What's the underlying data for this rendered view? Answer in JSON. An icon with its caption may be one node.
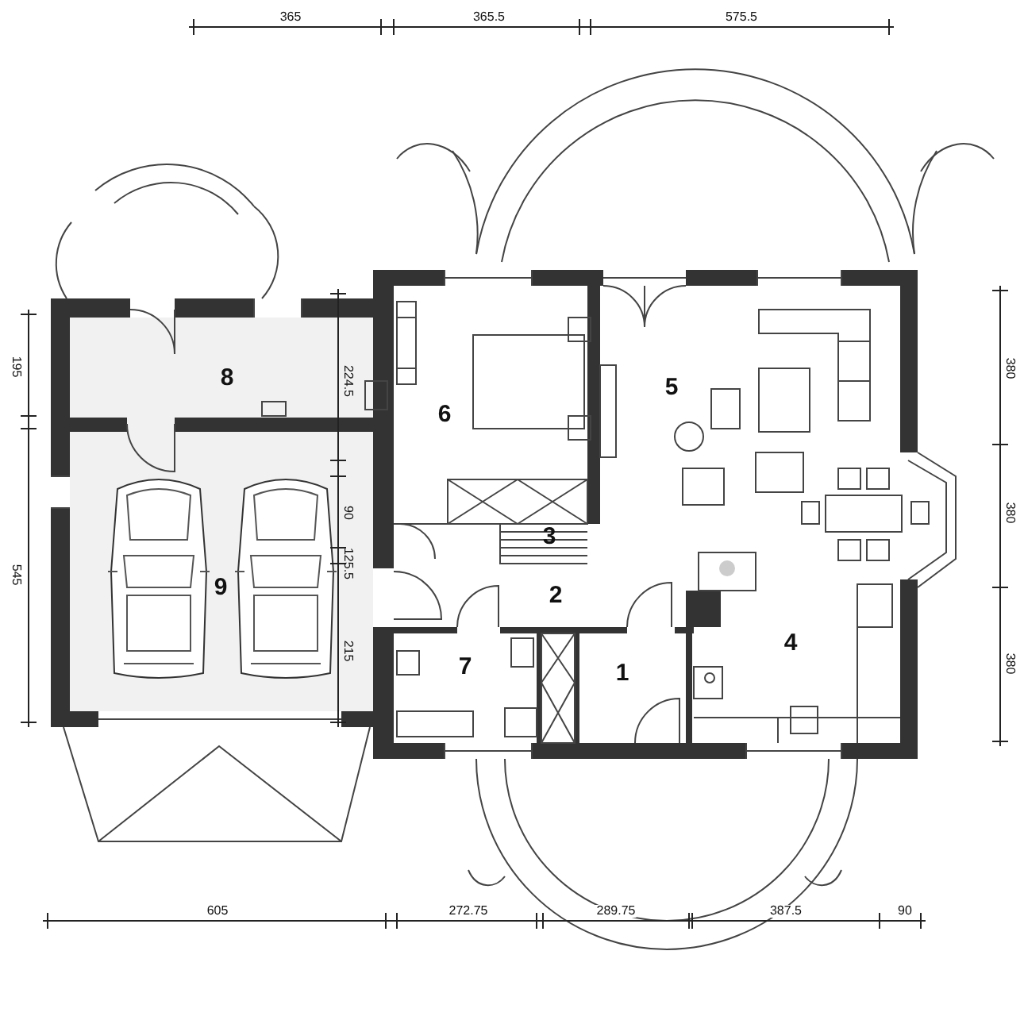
{
  "diagram": {
    "labels": [
      "365",
      "365.5",
      "575.5",
      "195",
      "8",
      "224.5",
      "6",
      "5",
      "380",
      "545",
      "90",
      "3",
      "380",
      "125.5",
      "9",
      "2",
      "4",
      "215",
      "7",
      "1",
      "380",
      "605",
      "272.75",
      "289.75",
      "387.5",
      "90"
    ]
  }
}
